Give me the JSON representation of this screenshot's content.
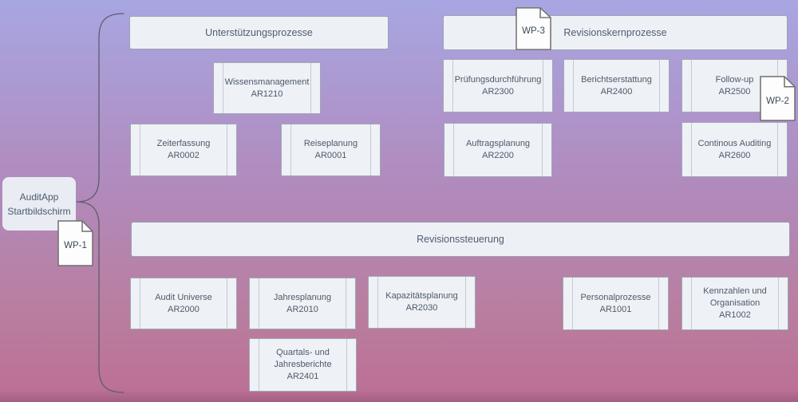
{
  "diagram": {
    "root_node": {
      "label": "AuditApp\nStartbildschirm"
    },
    "notes": [
      {
        "label": "WP-1"
      },
      {
        "label": "WP-2"
      },
      {
        "label": "WP-3"
      }
    ],
    "groups": [
      {
        "title": "Unterstützungsprozesse",
        "boxes": [
          {
            "name": "Wissensmanagement",
            "code": "AR1210"
          },
          {
            "name": "Zeiterfassung",
            "code": "AR0002"
          },
          {
            "name": "Reiseplanung",
            "code": "AR0001"
          }
        ]
      },
      {
        "title": "Revisionskernprozesse",
        "boxes": [
          {
            "name": "Prüfungsdurchführung",
            "code": "AR2300"
          },
          {
            "name": "Berichtserstattung",
            "code": "AR2400"
          },
          {
            "name": "Follow-up",
            "code": "AR2500"
          },
          {
            "name": "Auftragsplanung",
            "code": "AR2200"
          },
          {
            "name": "Continous Auditing",
            "code": "AR2600"
          }
        ]
      },
      {
        "title": "Revisionssteuerung",
        "boxes": [
          {
            "name": "Audit Universe",
            "code": "AR2000"
          },
          {
            "name": "Jahresplanung",
            "code": "AR2010"
          },
          {
            "name": "Kapazitätsplanung",
            "code": "AR2030"
          },
          {
            "name": "Quartals- und Jahresberichte",
            "code": "AR2401"
          },
          {
            "name": "Personalprozesse",
            "code": "AR1001"
          },
          {
            "name": "Kennzahlen und Organisation",
            "code": "AR1002"
          }
        ]
      }
    ],
    "colors": {
      "background_top": "#a8a6e2",
      "background_bottom": "#bc7095",
      "shape_fill": "#eef1f5",
      "shape_border": "#a0a7b5",
      "shape_text": "#4e5a6b",
      "connector_stroke": "#5d5d6a"
    }
  }
}
